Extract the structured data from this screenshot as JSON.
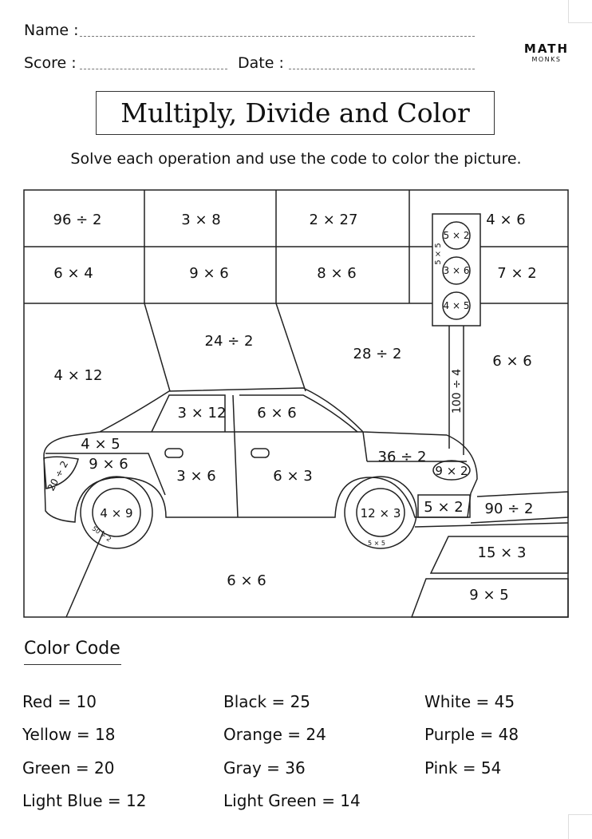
{
  "header": {
    "name_label": "Name :",
    "score_label": "Score :",
    "date_label": "Date :"
  },
  "logo": {
    "top": "MATH",
    "bottom": "MONKS"
  },
  "title": "Multiply, Divide and Color",
  "instructions": "Solve each operation and use the code to color the picture.",
  "picture": {
    "grid_row1": [
      "96 ÷ 2",
      "3 × 8",
      "2 × 27",
      "4 × 6"
    ],
    "grid_row2": [
      "6 × 4",
      "9 × 6",
      "8 × 6",
      "7 × 2"
    ],
    "traffic_light": [
      "5 × 2",
      "3 × 6",
      "4 × 5"
    ],
    "traffic_light_side": "5 × 5",
    "pole": "100 ÷ 4",
    "sky": [
      "24 ÷ 2",
      "28 ÷ 2",
      "4 × 12",
      "6 × 6"
    ],
    "windows": [
      "3 × 12",
      "6 × 6"
    ],
    "car_body": [
      "4 × 5",
      "9 × 6",
      "20 ÷ 2",
      "3 × 6",
      "6 × 3",
      "36 ÷ 2",
      "9 × 2",
      "5 × 2"
    ],
    "wheels": [
      "4 × 9",
      "50 ÷ 2",
      "12 × 3",
      "5 × 5"
    ],
    "road": [
      "6 × 6",
      "90 ÷ 2",
      "15 × 3",
      "9 × 5"
    ]
  },
  "color_code": {
    "heading": "Color Code",
    "items": [
      "Red = 10",
      "Yellow = 18",
      "Green = 20",
      "Light Blue = 12",
      "Black = 25",
      "Orange = 24",
      "Gray = 36",
      "Light Green = 14",
      "White = 45",
      "Purple = 48",
      "Pink = 54"
    ]
  }
}
